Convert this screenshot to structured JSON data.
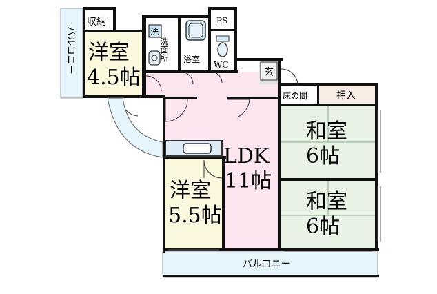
{
  "rooms": {
    "balcony_west": "バルコニー",
    "storage": "収納",
    "western_room_1_name": "洋室",
    "western_room_1_size": "4.5帖",
    "washroom_icon": "洗",
    "washroom": "洗面所",
    "bathroom": "浴室",
    "pipe_space": "PS",
    "toilet": "WC",
    "entrance": "玄",
    "tokonoma": "床の間",
    "closet": "押入",
    "japanese_room_1_name": "和室",
    "japanese_room_1_size": "6帖",
    "ldk_name": "LDK",
    "ldk_size": "11帖",
    "western_room_2_name": "洋室",
    "western_room_2_size": "5.5帖",
    "japanese_room_2_name": "和室",
    "japanese_room_2_size": "6帖",
    "balcony_south": "バルコニー"
  },
  "colors": {
    "wall": "#111111",
    "western_room": "#fbf8de",
    "ldk": "#fbe6ef",
    "japanese_room": "#e8f3e6",
    "balcony": "#e6f5fb",
    "wet_area": "#e7f3fa",
    "tatami_line": "#8aa88a"
  }
}
